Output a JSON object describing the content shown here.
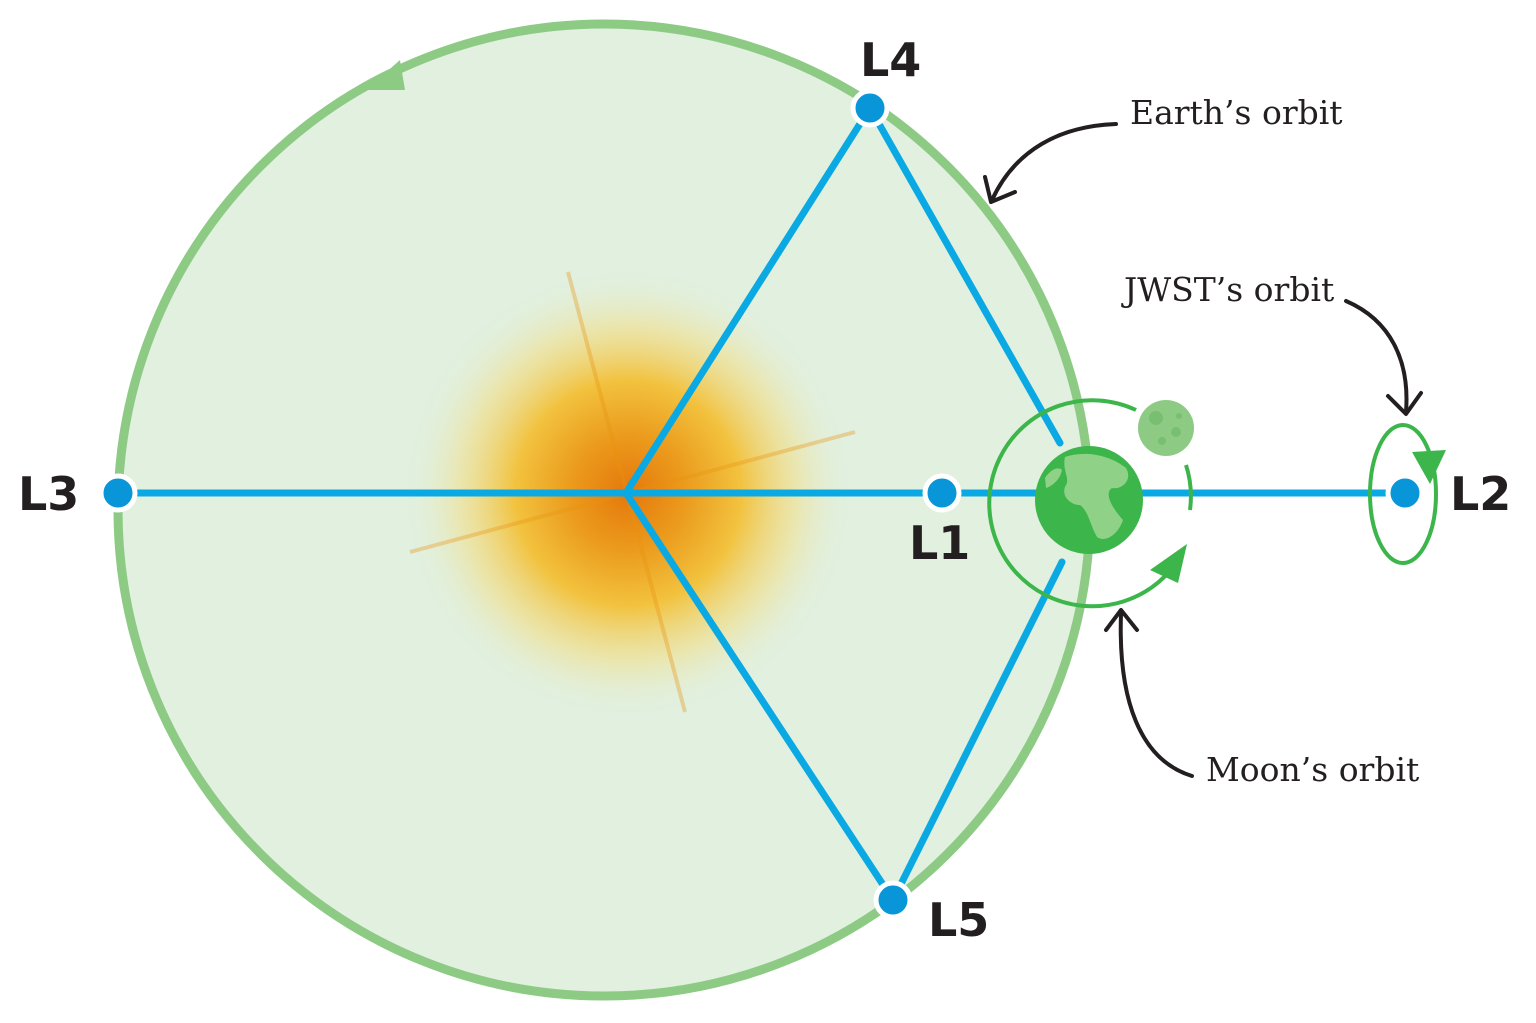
{
  "labels": {
    "l1": "L1",
    "l2": "L2",
    "l3": "L3",
    "l4": "L4",
    "l5": "L5"
  },
  "callouts": {
    "earths_orbit": "Earth’s orbit",
    "jwst_orbit": "JWST’s orbit",
    "moons_orbit": "Moon’s orbit"
  },
  "colors": {
    "orbit_fill": "#e1f0df",
    "earth_orbit_stroke": "#8dcb85",
    "line_blue": "#0aa9e3",
    "point_blue": "#0996d8",
    "green": "#3cb54a",
    "sun_core": "#e8860e",
    "sun_glow": "#f3c443",
    "text": "#231f20"
  },
  "icons": [
    "sun-icon",
    "earth-icon",
    "moon-icon"
  ]
}
